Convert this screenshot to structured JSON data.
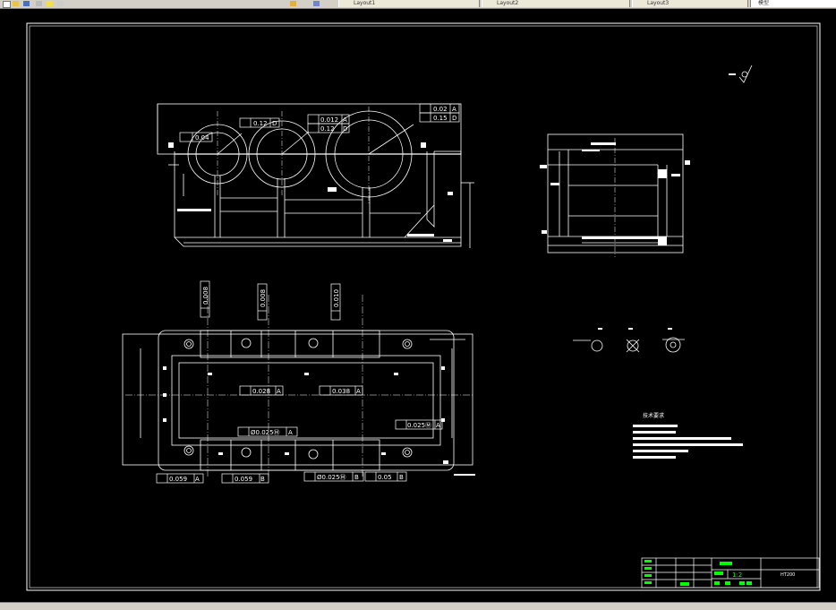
{
  "tabs": [
    {
      "label": "Layout1"
    },
    {
      "label": "Layout2"
    },
    {
      "label": "Layout3"
    }
  ],
  "tab_right": {
    "label": "模型"
  },
  "front_view": {
    "tolerances": [
      {
        "value": "0.12",
        "datum": "D"
      },
      {
        "value": "0.012",
        "datum": "A"
      },
      {
        "value": "0.12",
        "datum": "D"
      },
      {
        "value": "0.02",
        "datum": "A"
      },
      {
        "value": "0.15",
        "datum": "D"
      },
      {
        "value": "0.04",
        "datum": ""
      }
    ]
  },
  "top_view": {
    "vertical_tolerances": [
      {
        "value": "0.008"
      },
      {
        "value": "0.008"
      },
      {
        "value": "0.010"
      }
    ],
    "tolerances": [
      {
        "value": "0.028",
        "datum": "A"
      },
      {
        "value": "0.038",
        "datum": "A"
      },
      {
        "value": "Ø0.025Ⓜ",
        "datum": "A"
      },
      {
        "value": "0.025Ⓜ",
        "datum": "A"
      },
      {
        "value": "Ø0.025Ⓜ",
        "datum": "B"
      },
      {
        "value": "0.059",
        "datum": "A"
      },
      {
        "value": "0.059",
        "datum": "B"
      },
      {
        "value": "0.05",
        "datum": "B"
      }
    ]
  },
  "tech_requirements": {
    "title": "技术要求"
  },
  "title_block": {
    "scale": "1:2",
    "material": "HT200"
  },
  "colors": {
    "line": "#ffffff",
    "text_highlight": "#00ff00",
    "background": "#000000"
  }
}
